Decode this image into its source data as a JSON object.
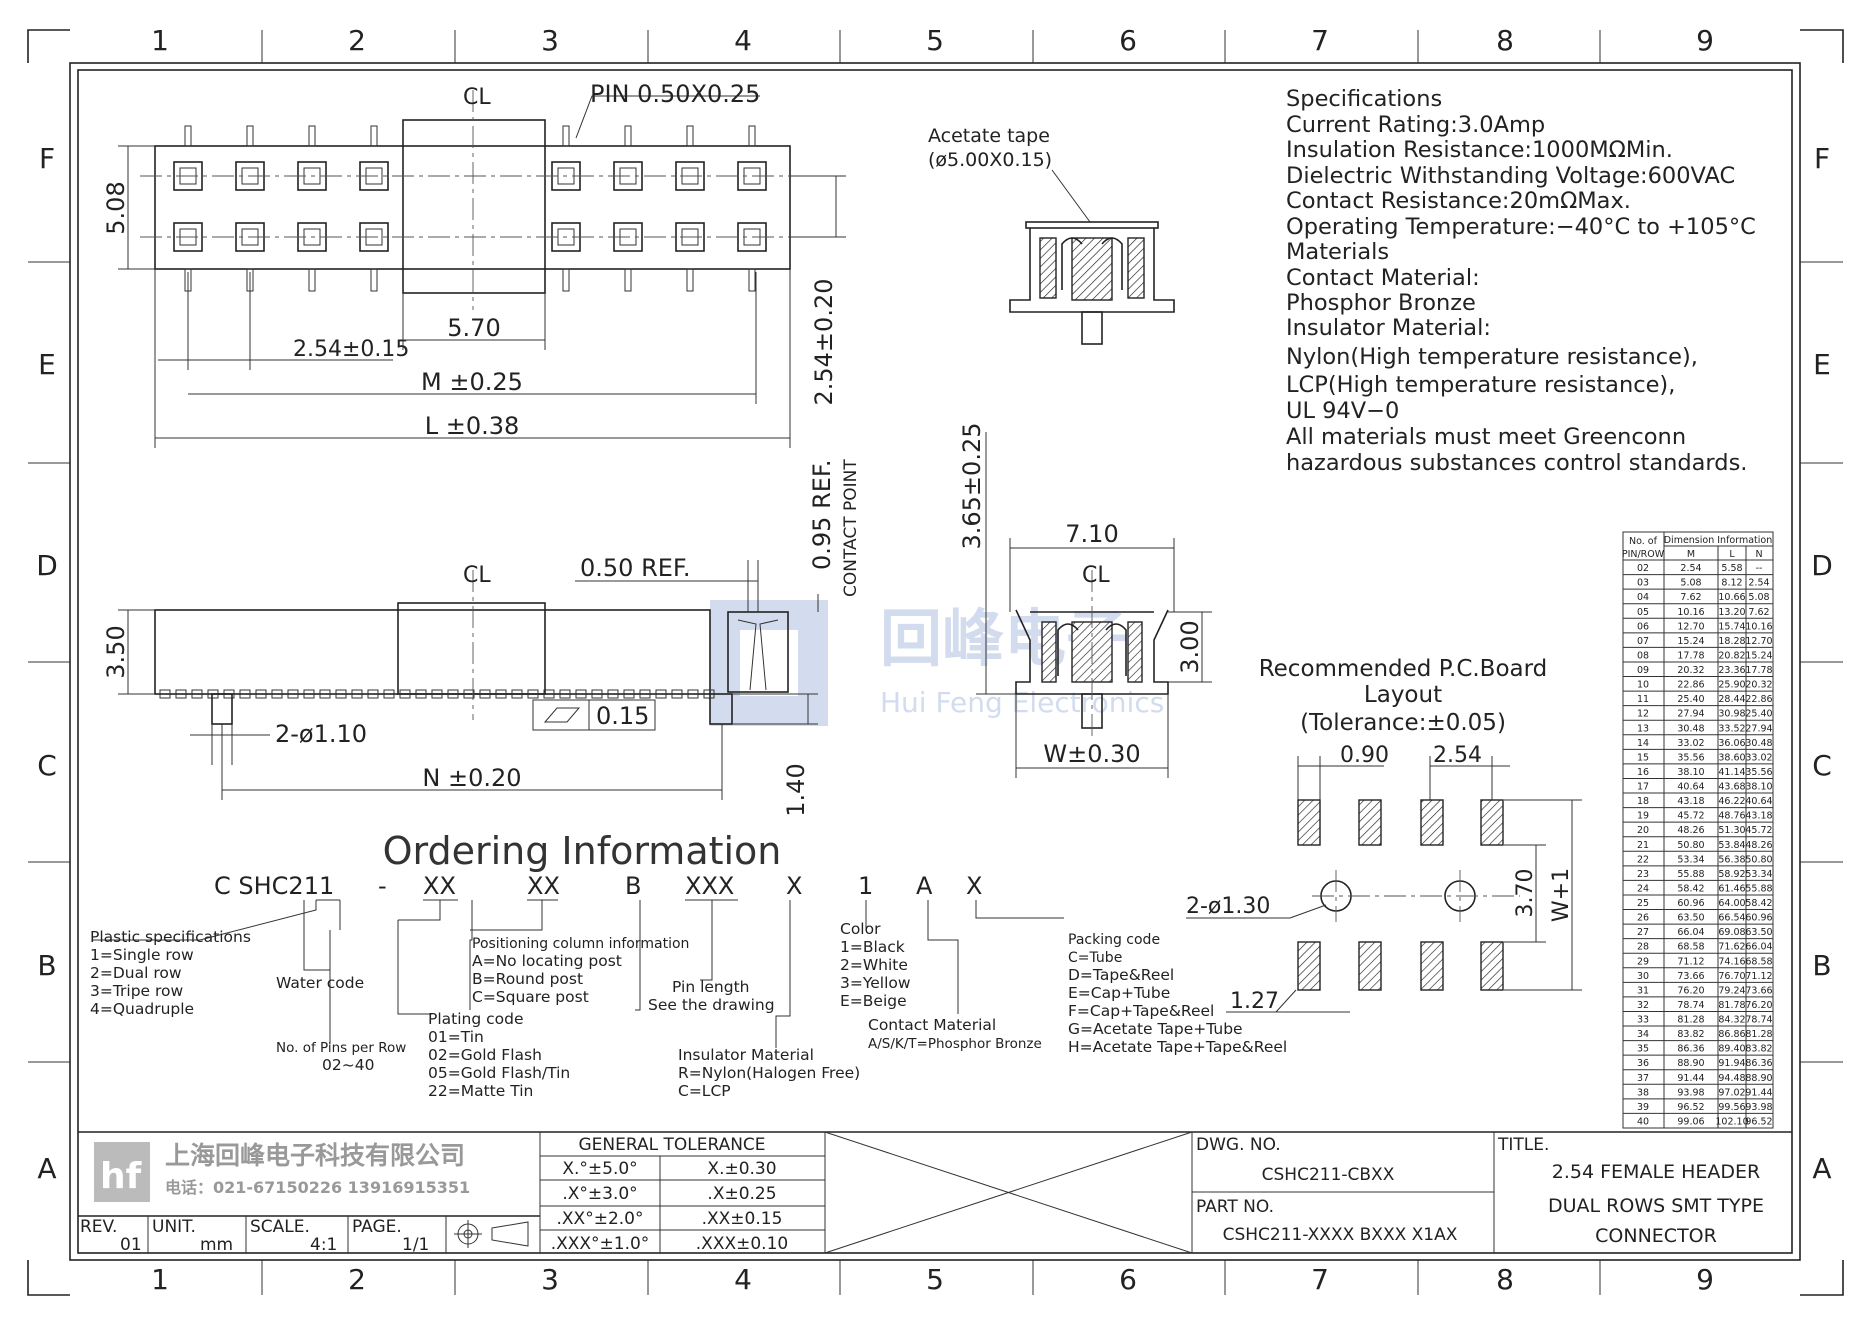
{
  "grid": {
    "cols": [
      "1",
      "2",
      "3",
      "4",
      "5",
      "6",
      "7",
      "8",
      "9"
    ],
    "rows": [
      "F",
      "E",
      "D",
      "C",
      "B",
      "A"
    ]
  },
  "top_view": {
    "centerline": "CL",
    "pin_note": "PIN 0.50X0.25",
    "dims": {
      "height": "5.08",
      "pitch": "2.54±0.15",
      "cap": "5.70",
      "M": "M ±0.25",
      "L": "L ±0.38",
      "pitch_v": "2.54±0.20"
    }
  },
  "side_view": {
    "centerline": "CL",
    "dims": {
      "ref": "0.50 REF.",
      "height": "3.50",
      "post": "2-ø1.10",
      "N": "N ±0.20",
      "contact": "0.95 REF.",
      "contact_label": "CONTACT POINT",
      "post_len": "1.40",
      "flatness": "0.15"
    }
  },
  "tape_view": {
    "label": "Acetate tape",
    "size": "(ø5.00X0.15)"
  },
  "end_view": {
    "centerline": "CL",
    "dims": {
      "h": "3.65±0.25",
      "w": "7.10",
      "h2": "3.00",
      "W": "W±0.30"
    }
  },
  "specs": [
    "Specifications",
    "Current  Rating:3.0Amp",
    "Insulation  Resistance:1000MΩMin.",
    "Dielectric  Withstanding  Voltage:600VAC",
    "Contact  Resistance:20mΩMax.",
    "Operating  Temperature:−40°C  to  +105°C",
    "Materials",
    "Contact  Material:",
    "Phosphor Bronze",
    "Insulator  Material:",
    "Nylon(High  temperature  resistance),",
    "LCP(High  temperature  resistance),",
    "UL  94V−0",
    "All  materials  must  meet  Greenconn",
    "hazardous  substances  control  standards."
  ],
  "pcb": {
    "title": "Recommended  P.C.Board",
    "title2": "Layout",
    "tolerance": "(Tolerance:±0.05)",
    "dims": {
      "pad_w": "0.90",
      "pitch": "2.54",
      "holes": "2-ø1.30",
      "gap": "3.70",
      "width": "W+1",
      "pad_h": "1.27"
    }
  },
  "table": {
    "head1": "No. of",
    "head2": "PIN/ROW",
    "group": "Dimension Information",
    "cols": [
      "M",
      "L",
      "N"
    ],
    "rows": [
      [
        "02",
        "2.54",
        "5.58",
        "--"
      ],
      [
        "03",
        "5.08",
        "8.12",
        "2.54"
      ],
      [
        "04",
        "7.62",
        "10.66",
        "5.08"
      ],
      [
        "05",
        "10.16",
        "13.20",
        "7.62"
      ],
      [
        "06",
        "12.70",
        "15.74",
        "10.16"
      ],
      [
        "07",
        "15.24",
        "18.28",
        "12.70"
      ],
      [
        "08",
        "17.78",
        "20.82",
        "15.24"
      ],
      [
        "09",
        "20.32",
        "23.36",
        "17.78"
      ],
      [
        "10",
        "22.86",
        "25.90",
        "20.32"
      ],
      [
        "11",
        "25.40",
        "28.44",
        "22.86"
      ],
      [
        "12",
        "27.94",
        "30.98",
        "25.40"
      ],
      [
        "13",
        "30.48",
        "33.52",
        "27.94"
      ],
      [
        "14",
        "33.02",
        "36.06",
        "30.48"
      ],
      [
        "15",
        "35.56",
        "38.60",
        "33.02"
      ],
      [
        "16",
        "38.10",
        "41.14",
        "35.56"
      ],
      [
        "17",
        "40.64",
        "43.68",
        "38.10"
      ],
      [
        "18",
        "43.18",
        "46.22",
        "40.64"
      ],
      [
        "19",
        "45.72",
        "48.76",
        "43.18"
      ],
      [
        "20",
        "48.26",
        "51.30",
        "45.72"
      ],
      [
        "21",
        "50.80",
        "53.84",
        "48.26"
      ],
      [
        "22",
        "53.34",
        "56.38",
        "50.80"
      ],
      [
        "23",
        "55.88",
        "58.92",
        "53.34"
      ],
      [
        "24",
        "58.42",
        "61.46",
        "55.88"
      ],
      [
        "25",
        "60.96",
        "64.00",
        "58.42"
      ],
      [
        "26",
        "63.50",
        "66.54",
        "60.96"
      ],
      [
        "27",
        "66.04",
        "69.08",
        "63.50"
      ],
      [
        "28",
        "68.58",
        "71.62",
        "66.04"
      ],
      [
        "29",
        "71.12",
        "74.16",
        "68.58"
      ],
      [
        "30",
        "73.66",
        "76.70",
        "71.12"
      ],
      [
        "31",
        "76.20",
        "79.24",
        "73.66"
      ],
      [
        "32",
        "78.74",
        "81.78",
        "76.20"
      ],
      [
        "33",
        "81.28",
        "84.32",
        "78.74"
      ],
      [
        "34",
        "83.82",
        "86.86",
        "81.28"
      ],
      [
        "35",
        "86.36",
        "89.40",
        "83.82"
      ],
      [
        "36",
        "88.90",
        "91.94",
        "86.36"
      ],
      [
        "37",
        "91.44",
        "94.48",
        "88.90"
      ],
      [
        "38",
        "93.98",
        "97.02",
        "91.44"
      ],
      [
        "39",
        "96.52",
        "99.56",
        "93.98"
      ],
      [
        "40",
        "99.06",
        "102.10",
        "96.52"
      ]
    ]
  },
  "ordering": {
    "title": "Ordering  Information",
    "code": [
      "C SHC211",
      "-",
      "XX",
      "XX",
      "B",
      "XXX",
      "X",
      "1",
      "A",
      "X"
    ],
    "plastic": [
      "Plastic  specifications",
      "1=Single  row",
      "2=Dual  row",
      "3=Tripe  row",
      "4=Quadruple"
    ],
    "water": "Water  code",
    "pins": [
      "No. of Pins per Row",
      "02~40"
    ],
    "plating": [
      "Plating  code",
      "01=Tin",
      "02=Gold  Flash",
      "05=Gold  Flash/Tin",
      "22=Matte  Tin"
    ],
    "positioning": [
      "Positioning  column  information",
      "A=No  locating  post",
      "B=Round  post",
      "C=Square  post"
    ],
    "pinlength": [
      "Pin  length",
      "See  the  drawing"
    ],
    "insulator": [
      "Insulator  Material",
      "R=Nylon(Halogen  Free)",
      "C=LCP"
    ],
    "color": [
      "Color",
      "1=Black",
      "2=White",
      "3=Yellow",
      "E=Beige"
    ],
    "contact": [
      "Contact  Material",
      "A/S/K/T=Phosphor  Bronze"
    ],
    "packing": [
      "Packing  code",
      "C=Tube",
      "D=Tape&Reel",
      "E=Cap+Tube",
      "F=Cap+Tape&Reel",
      "G=Acetate  Tape+Tube",
      "H=Acetate  Tape+Tape&Reel"
    ]
  },
  "watermark": {
    "cn": "回峰电子",
    "en": "Hui Feng Electronics"
  },
  "title_block": {
    "company": "上海回峰电子科技有限公司",
    "phone": "电话：021-67150226  13916915351",
    "rev_label": "REV.",
    "rev": "01",
    "unit_label": "UNIT.",
    "unit": "mm",
    "scale_label": "SCALE.",
    "scale": "4:1",
    "page_label": "PAGE.",
    "page": "1/1",
    "tol_title": "GENERAL  TOLERANCE",
    "tol_rows": [
      [
        "X.°±5.0°",
        "X.±0.30"
      ],
      [
        ".X°±3.0°",
        ".X±0.25"
      ],
      [
        ".XX°±2.0°",
        ".XX±0.15"
      ],
      [
        ".XXX°±1.0°",
        ".XXX±0.10"
      ]
    ],
    "dwg_label": "DWG. NO.",
    "dwg": "CSHC211-CBXX",
    "part_label": "PART  NO.",
    "part": "CSHC211-XXXX  BXXX  X1AX",
    "title_label": "TITLE.",
    "title_lines": [
      "2.54  FEMALE  HEADER",
      "DUAL  ROWS  SMT  TYPE",
      "CONNECTOR"
    ]
  }
}
